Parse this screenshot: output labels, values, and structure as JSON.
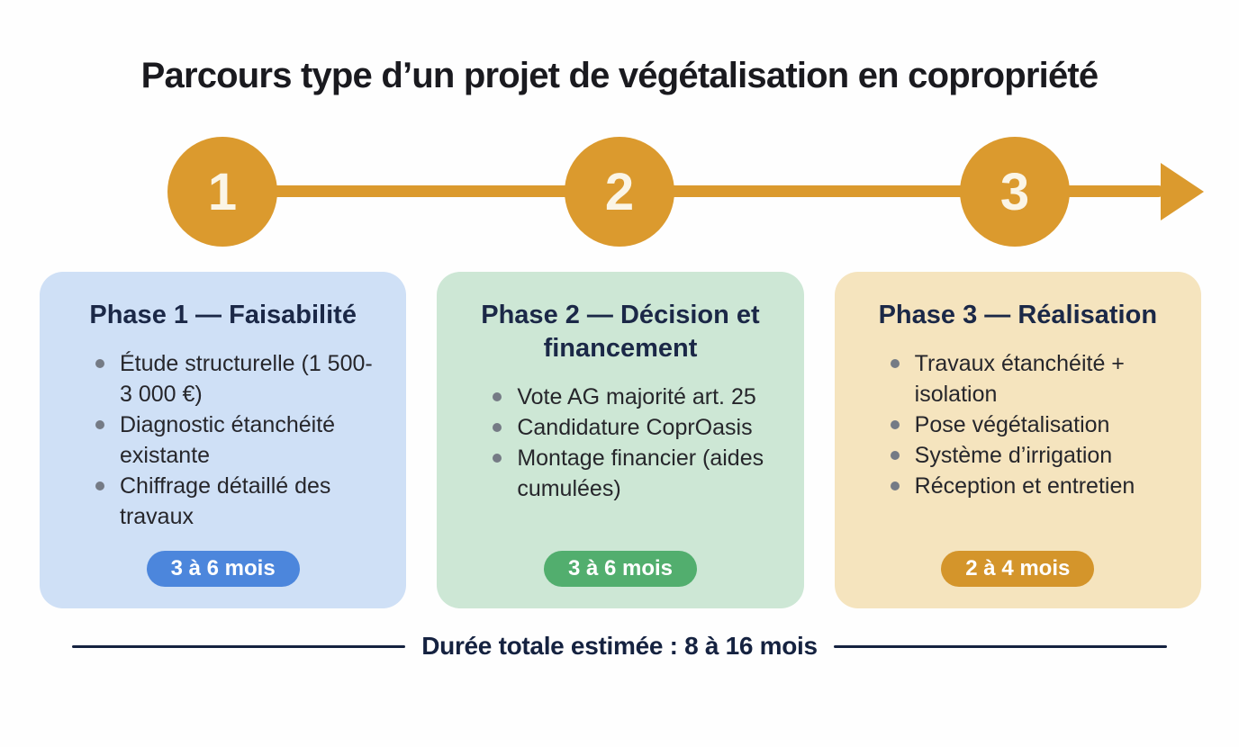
{
  "title": "Parcours type d’un projet de végétalisation en copropriété",
  "timeline": {
    "steps": [
      "1",
      "2",
      "3"
    ]
  },
  "cards": [
    {
      "title": "Phase 1 — Faisabilité",
      "bullets": [
        "Étude structurelle (1 500-3 000 €)",
        "Diagnostic étanchéité existante",
        "Chiffrage détaillé des travaux"
      ],
      "duration": "3 à 6 mois",
      "bg_color": "#CFE0F6",
      "badge_color": "#4C86DC"
    },
    {
      "title": "Phase 2 — Décision et financement",
      "bullets": [
        "Vote AG majorité art. 25",
        "Candidature CoprOasis",
        "Montage financier (aides cumulées)"
      ],
      "duration": "3 à 6 mois",
      "bg_color": "#CDE7D5",
      "badge_color": "#52AE6E"
    },
    {
      "title": "Phase 3 — Réalisation",
      "bullets": [
        "Travaux étanchéité + isolation",
        "Pose végétalisation",
        "Système d’irrigation",
        "Réception et entretien"
      ],
      "duration": "2 à 4 mois",
      "bg_color": "#F5E4BE",
      "badge_color": "#D4952B"
    }
  ],
  "footer": {
    "text": "Durée totale estimée : 8 à 16 mois"
  },
  "colors": {
    "accent_orange": "#DB9A2E",
    "title_black": "#1A1A1F",
    "phase_navy": "#1B2847",
    "footer_navy": "#152240",
    "bullet_gray": "#757B85"
  }
}
